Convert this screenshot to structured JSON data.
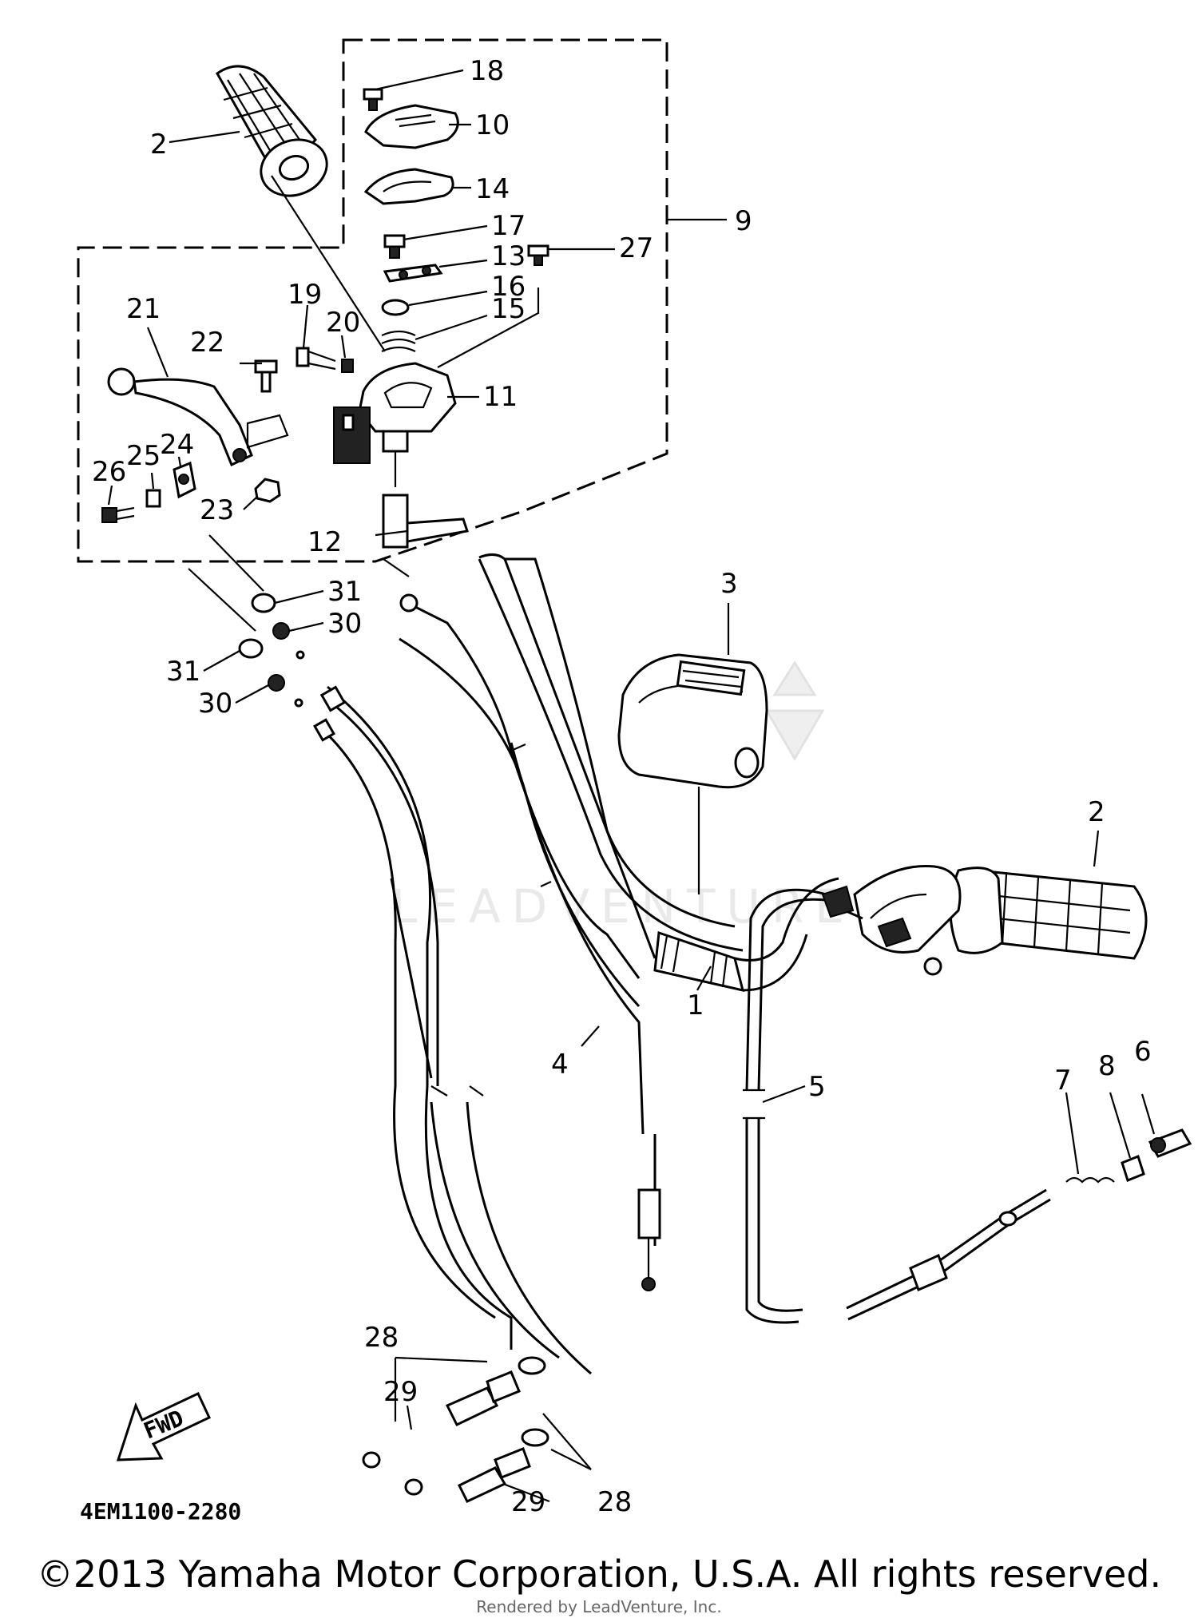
{
  "diagram": {
    "code": "4EM1100-2280",
    "fwd_label": "FWD",
    "watermark": "LEADVENTURE",
    "callouts": {
      "c1": "1",
      "c2a": "2",
      "c2b": "2",
      "c3": "3",
      "c4": "4",
      "c5": "5",
      "c6": "6",
      "c7": "7",
      "c8": "8",
      "c9": "9",
      "c10": "10",
      "c11": "11",
      "c12": "12",
      "c13": "13",
      "c14": "14",
      "c15": "15",
      "c16": "16",
      "c17": "17",
      "c18": "18",
      "c19": "19",
      "c20": "20",
      "c21": "21",
      "c22": "22",
      "c23": "23",
      "c24": "24",
      "c25": "25",
      "c26": "26",
      "c27": "27",
      "c28a": "28",
      "c28b": "28",
      "c29a": "29",
      "c29b": "29",
      "c30a": "30",
      "c30b": "30",
      "c31a": "31",
      "c31b": "31"
    }
  },
  "footer": {
    "copyright": "©2013 Yamaha Motor Corporation, U.S.A. All rights reserved.",
    "rendered_by": "Rendered by LeadVenture, Inc."
  }
}
